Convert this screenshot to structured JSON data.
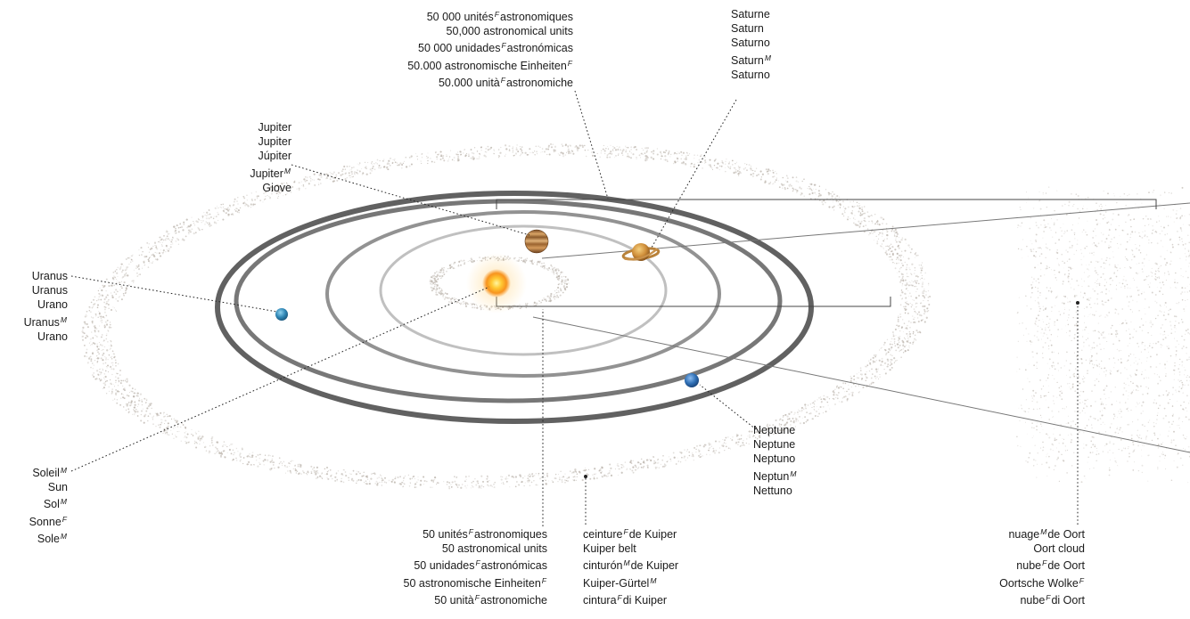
{
  "labels": {
    "au50000": [
      "50 000 unités|F|astronomiques",
      "50,000 astronomical units",
      "50 000 unidades|F|astronómicas",
      "50.000 astronomische Einheiten|F|",
      "50.000 unità|F|astronomiche"
    ],
    "saturn": [
      "Saturne",
      "Saturn",
      "Saturno",
      "Saturn|M|",
      "Saturno"
    ],
    "jupiter": [
      "Jupiter",
      "Jupiter",
      "Júpiter",
      "Jupiter|M|",
      "Giove"
    ],
    "uranus": [
      "Uranus",
      "Uranus",
      "Urano",
      "Uranus|M|",
      "Urano"
    ],
    "sun": [
      "Soleil|M|",
      "Sun",
      "Sol|M|",
      "Sonne|F|",
      "Sole|M|"
    ],
    "neptune": [
      "Neptune",
      "Neptune",
      "Neptuno",
      "Neptun|M|",
      "Nettuno"
    ],
    "au50": [
      "50 unités|F|astronomiques",
      "50 astronomical units",
      "50 unidades|F|astronómicas",
      "50 astronomische Einheiten|F|",
      "50 unità|F|astronomiche"
    ],
    "kuiper": [
      "ceinture|F|de Kuiper",
      "Kuiper belt",
      "cinturón|M|de Kuiper",
      "Kuiper-Gürtel|M|",
      "cintura|F|di Kuiper"
    ],
    "oort": [
      "nuage|M|de Oort",
      "Oort cloud",
      "nube|F|de Oort",
      "Oortsche Wolke|F|",
      "nube|F|di Oort"
    ]
  },
  "colors": {
    "sun": "#f7931e",
    "jupiter": "#a86a32",
    "saturn": "#c98a3a",
    "uranus": "#2f86b5",
    "neptune": "#2f6fb5",
    "orbit": "#6b6b6b",
    "dust": "#bdb6ae"
  }
}
